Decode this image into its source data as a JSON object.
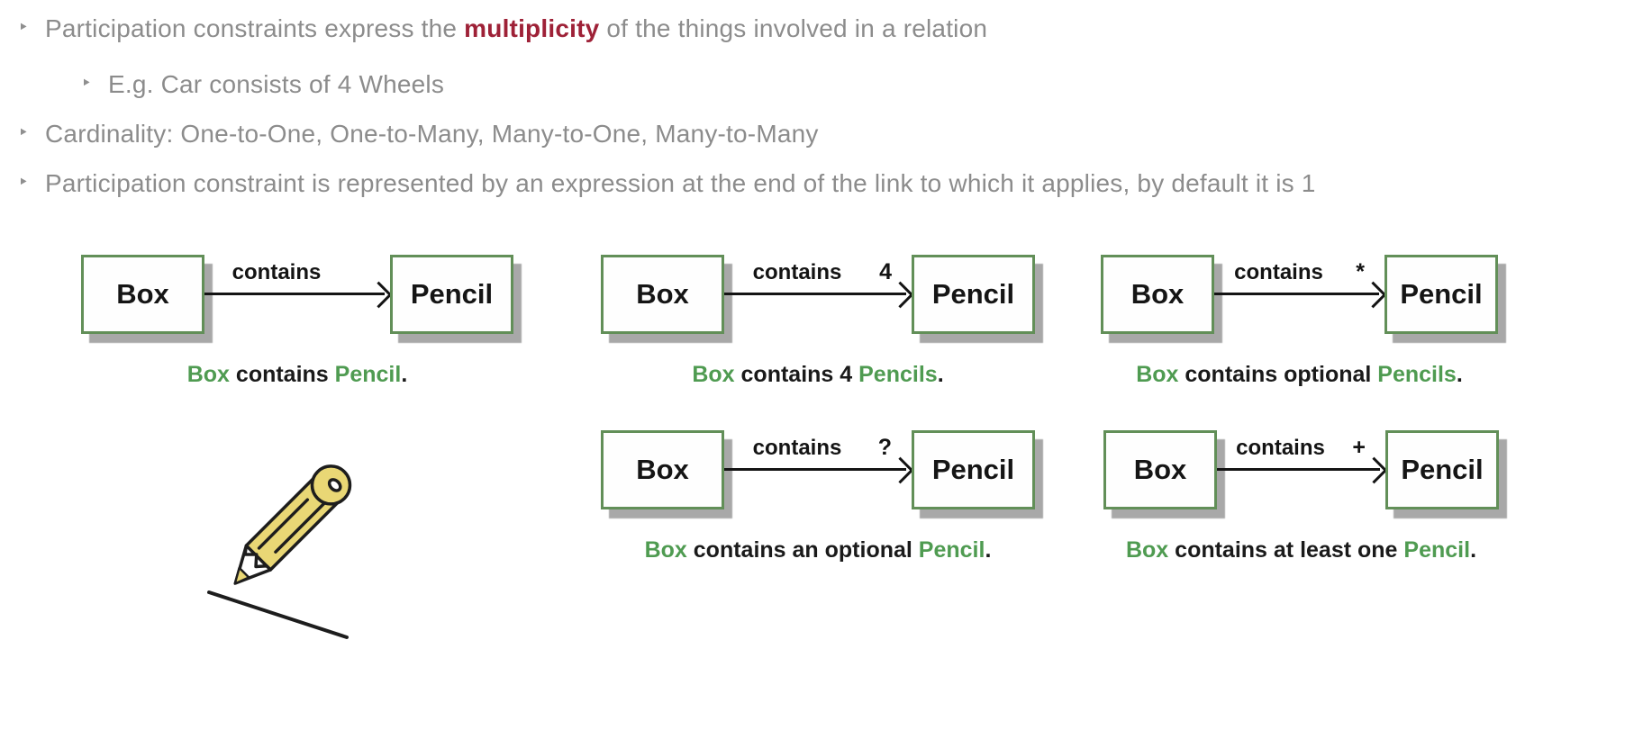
{
  "colors": {
    "background": "#ffffff",
    "text_gray": "#8c8c8c",
    "accent_red": "#9e2137",
    "entity_border_green": "#628f58",
    "caption_green": "#4f9b51",
    "ink": "#1a1a1a",
    "shadow_gray": "#a8a8a8",
    "pencil_yellow": "#e9d775"
  },
  "bullets": [
    {
      "marker": "‣",
      "segments": [
        {
          "text": "Participation constraints express the ",
          "style": "plain"
        },
        {
          "text": "multiplicity",
          "style": "accent"
        },
        {
          "text": " of the things involved in a relation",
          "style": "plain"
        }
      ]
    },
    {
      "marker": "‣",
      "segments": [
        {
          "text": "E.g. Car consists of 4 Wheels",
          "style": "plain"
        }
      ]
    },
    {
      "marker": "‣",
      "segments": [
        {
          "text": "Cardinality: One-to-One, One-to-Many, Many-to-One, Many-to-Many",
          "style": "plain"
        }
      ]
    },
    {
      "marker": "‣",
      "segments": [
        {
          "text": "Participation constraint is represented by an expression at the end of the link to which it applies, by default it is 1",
          "style": "plain"
        }
      ]
    }
  ],
  "diagrams": [
    {
      "source": "Box",
      "target": "Pencil",
      "relation": "contains",
      "constraint": "",
      "caption": [
        {
          "text": "Box",
          "style": "green"
        },
        {
          "text": " contains ",
          "style": "ink"
        },
        {
          "text": "Pencil",
          "style": "green"
        },
        {
          "text": ".",
          "style": "ink"
        }
      ]
    },
    {
      "source": "Box",
      "target": "Pencil",
      "relation": "contains",
      "constraint": "4",
      "caption": [
        {
          "text": "Box",
          "style": "green"
        },
        {
          "text": " contains 4 ",
          "style": "ink"
        },
        {
          "text": "Pencils",
          "style": "green"
        },
        {
          "text": ".",
          "style": "ink"
        }
      ]
    },
    {
      "source": "Box",
      "target": "Pencil",
      "relation": "contains",
      "constraint": "*",
      "caption": [
        {
          "text": "Box",
          "style": "green"
        },
        {
          "text": " contains optional ",
          "style": "ink"
        },
        {
          "text": "Pencils",
          "style": "green"
        },
        {
          "text": ".",
          "style": "ink"
        }
      ]
    },
    {
      "source": "Box",
      "target": "Pencil",
      "relation": "contains",
      "constraint": "?",
      "caption": [
        {
          "text": "Box",
          "style": "green"
        },
        {
          "text": " contains an optional ",
          "style": "ink"
        },
        {
          "text": "Pencil",
          "style": "green"
        },
        {
          "text": ".",
          "style": "ink"
        }
      ]
    },
    {
      "source": "Box",
      "target": "Pencil",
      "relation": "contains",
      "constraint": "+",
      "caption": [
        {
          "text": "Box",
          "style": "green"
        },
        {
          "text": " contains at least one ",
          "style": "ink"
        },
        {
          "text": "Pencil",
          "style": "green"
        },
        {
          "text": ".",
          "style": "ink"
        }
      ]
    }
  ],
  "illustration": {
    "name": "pencil-sketch-icon"
  }
}
